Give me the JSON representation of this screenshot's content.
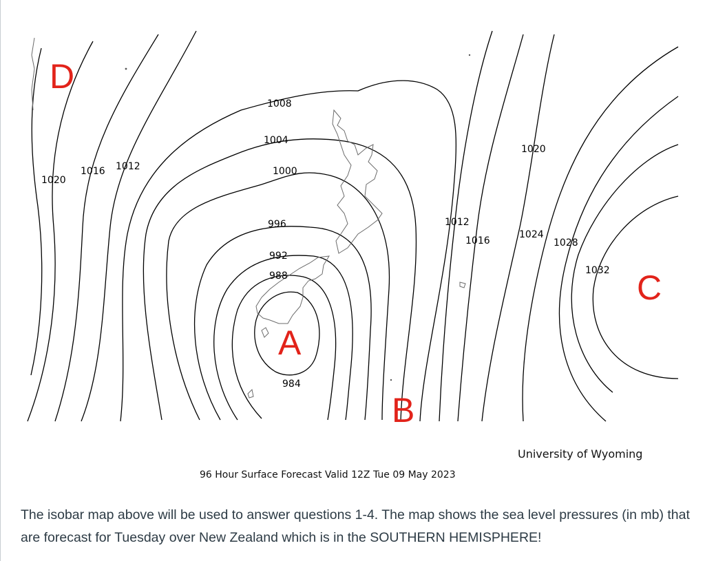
{
  "map": {
    "region_labels": {
      "a": "A",
      "b": "B",
      "c": "C",
      "d": "D"
    },
    "isobar_labels": {
      "i984": "984",
      "i988": "988",
      "i992": "992",
      "i996": "996",
      "i1000": "1000",
      "i1004": "1004",
      "i1008": "1008",
      "i1012_west": "1012",
      "i1016_west": "1016",
      "i1020_west": "1020",
      "i1012_east": "1012",
      "i1016_east": "1016",
      "i1020_east": "1020",
      "i1024": "1024",
      "i1028": "1028",
      "i1032": "1032"
    },
    "credit": "University of Wyoming",
    "caption": "96 Hour Surface Forecast Valid 12Z Tue 09 May 2023",
    "colors": {
      "isobar": "#000000",
      "coastline": "#6b6b6b",
      "region_label": "#e2231a"
    }
  },
  "instructions": "The isobar map above will be used to answer questions 1-4. The map shows the sea level pressures (in mb) that are forecast for Tuesday over New Zealand which is in the SOUTHERN HEMISPHERE!"
}
